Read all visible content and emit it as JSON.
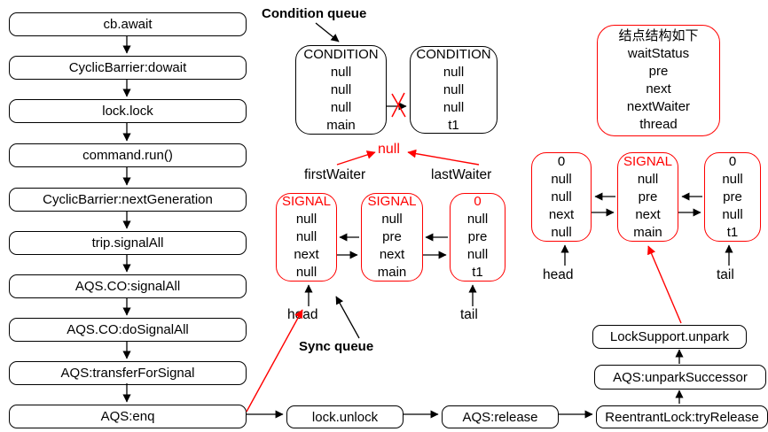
{
  "colors": {
    "accent_red": "#ff0000",
    "line_black": "#000000",
    "background": "#ffffff"
  },
  "call_stack": {
    "items": [
      "cb.await",
      "CyclicBarrier:dowait",
      "lock.lock",
      "command.run()",
      "CyclicBarrier:nextGeneration",
      "trip.signalAll",
      "AQS.CO:signalAll",
      "AQS.CO:doSignalAll",
      "AQS:transferForSignal",
      "AQS:enq"
    ]
  },
  "condition_queue": {
    "label": "Condition queue",
    "nodes": [
      {
        "title": "CONDITION",
        "rows": [
          "null",
          "null",
          "null",
          "main"
        ]
      },
      {
        "title": "CONDITION",
        "rows": [
          "null",
          "null",
          "null",
          "t1"
        ]
      }
    ],
    "null_ref": "null",
    "first_waiter_label": "firstWaiter",
    "last_waiter_label": "lastWaiter"
  },
  "sync_queue": {
    "label": "Sync queue",
    "head_label": "head",
    "tail_label": "tail",
    "nodes": [
      {
        "title": "SIGNAL",
        "rows": [
          "null",
          "null",
          "next",
          "null"
        ]
      },
      {
        "title": "SIGNAL",
        "rows": [
          "null",
          "pre",
          "next",
          "main"
        ]
      },
      {
        "title": "0",
        "rows": [
          "null",
          "pre",
          "null",
          "t1"
        ]
      }
    ]
  },
  "node_structure": {
    "title": "结点结构如下",
    "rows": [
      "waitStatus",
      "pre",
      "next",
      "nextWaiter",
      "thread"
    ]
  },
  "result_queue": {
    "head_label": "head",
    "tail_label": "tail",
    "nodes": [
      {
        "title": "0",
        "rows": [
          "null",
          "null",
          "next",
          "null"
        ]
      },
      {
        "title": "SIGNAL",
        "rows": [
          "null",
          "pre",
          "next",
          "main"
        ]
      },
      {
        "title": "0",
        "rows": [
          "null",
          "pre",
          "null",
          "t1"
        ]
      }
    ]
  },
  "release_chain": {
    "items": [
      "lock.unlock",
      "AQS:release",
      "ReentrantLock:tryRelease",
      "AQS:unparkSuccessor",
      "LockSupport.unpark"
    ]
  }
}
